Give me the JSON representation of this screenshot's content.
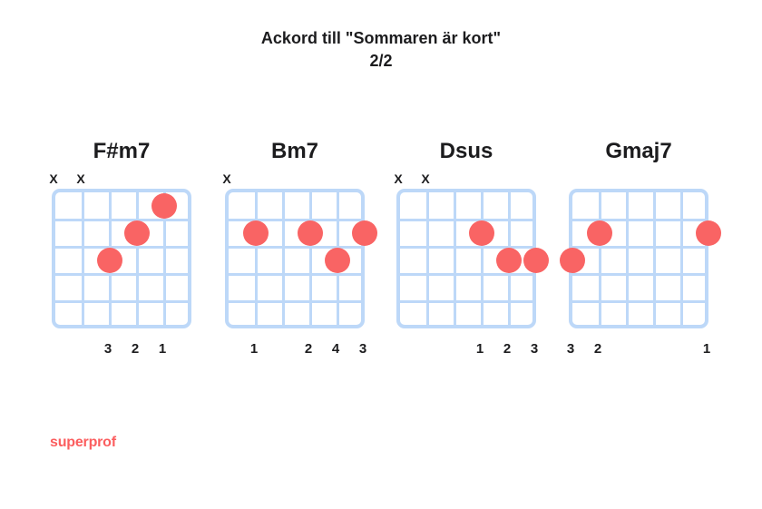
{
  "header": {
    "title": "Ackord till \"Sommaren är kort\"",
    "page_indicator": "2/2"
  },
  "colors": {
    "grid_line": "#bdd8f8",
    "dot": "#f96464",
    "text": "#1c1c1e",
    "logo": "#fb5e5f",
    "background": "#ffffff"
  },
  "symbols": {
    "muted_marker": "X"
  },
  "fretboard": {
    "strings": 6,
    "frets": 5
  },
  "chords": [
    {
      "name": "F#m7",
      "muted_strings": [
        1,
        2
      ],
      "dots": [
        {
          "string": 3,
          "fret": 3,
          "finger": "3"
        },
        {
          "string": 4,
          "fret": 2,
          "finger": "2"
        },
        {
          "string": 5,
          "fret": 1,
          "finger": "1"
        }
      ]
    },
    {
      "name": "Bm7",
      "muted_strings": [
        1
      ],
      "dots": [
        {
          "string": 2,
          "fret": 2,
          "finger": "1"
        },
        {
          "string": 4,
          "fret": 2,
          "finger": "2"
        },
        {
          "string": 5,
          "fret": 3,
          "finger": "4"
        },
        {
          "string": 6,
          "fret": 2,
          "finger": "3"
        }
      ]
    },
    {
      "name": "Dsus",
      "muted_strings": [
        1,
        2
      ],
      "dots": [
        {
          "string": 4,
          "fret": 2,
          "finger": "1"
        },
        {
          "string": 5,
          "fret": 3,
          "finger": "2"
        },
        {
          "string": 6,
          "fret": 3,
          "finger": "3"
        }
      ]
    },
    {
      "name": "Gmaj7",
      "muted_strings": [],
      "dots": [
        {
          "string": 1,
          "fret": 3,
          "finger": "3"
        },
        {
          "string": 2,
          "fret": 2,
          "finger": "2"
        },
        {
          "string": 6,
          "fret": 2,
          "finger": "1"
        }
      ]
    }
  ],
  "footer": {
    "logo_text": "superprof"
  }
}
